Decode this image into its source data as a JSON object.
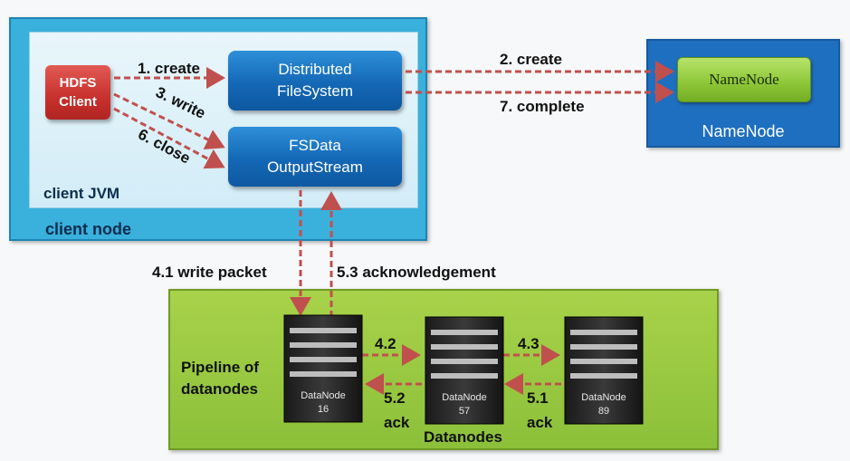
{
  "client_node": {
    "label": "client node",
    "jvm_label": "client JVM"
  },
  "hdfs_client": {
    "line1": "HDFS",
    "line2": "Client"
  },
  "distributed_fs": {
    "line1": "Distributed",
    "line2": "FileSystem"
  },
  "fsdata_stream": {
    "line1": "FSData",
    "line2": "OutputStream"
  },
  "namenode": {
    "inner_label": "NameNode",
    "caption": "NameNode"
  },
  "pipeline": {
    "title_line1": "Pipeline of",
    "title_line2": "datanodes",
    "caption": "Datanodes"
  },
  "arrows": {
    "create_client": "1. create",
    "create_namenode": "2. create",
    "write": "3. write",
    "write_packet": "4.1 write packet",
    "forward_1": "4.2",
    "forward_2": "4.3",
    "ack_3": "5.1",
    "ack_3_word": "ack",
    "ack_2": "5.2",
    "ack_2_word": "ack",
    "acknowledgement": "5.3 acknowledgement",
    "close": "6. close",
    "complete": "7. complete"
  },
  "datanodes": [
    {
      "label": "DataNode",
      "id": "16"
    },
    {
      "label": "DataNode",
      "id": "57"
    },
    {
      "label": "DataNode",
      "id": "89"
    }
  ],
  "colors": {
    "client_node": "#3ab0dc",
    "namenode": "#1e6fc0",
    "pipeline": "#8cc03a",
    "arrow": "#c0504d"
  }
}
